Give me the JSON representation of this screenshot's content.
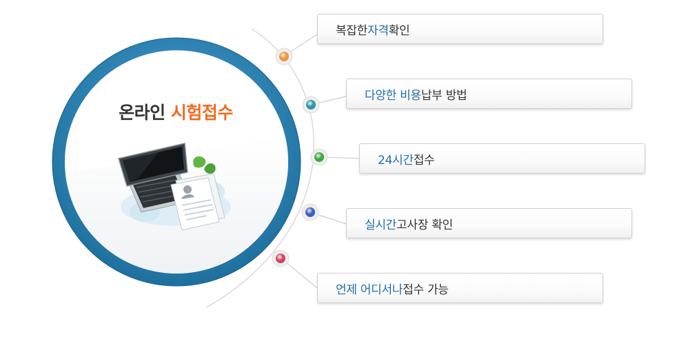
{
  "hero": {
    "title_plain": "온라인",
    "title_accent": "시험접수",
    "illustration_icon": "laptop-document-icon"
  },
  "features": [
    {
      "highlight": "자격",
      "text_before": "복잡한 ",
      "text_after": " 확인",
      "bullet_color": "#f0963c"
    },
    {
      "highlight": "다양한 비용",
      "text_before": "",
      "text_after": " 납부 방법",
      "bullet_color": "#2e9aa6"
    },
    {
      "highlight": "24시간",
      "text_before": "",
      "text_after": " 접수",
      "bullet_color": "#3ea83e"
    },
    {
      "highlight": "실시간",
      "text_before": "",
      "text_after": " 고사장 확인",
      "bullet_color": "#3d5fc4"
    },
    {
      "highlight": "언제 어디서나",
      "text_before": "",
      "text_after": " 접수 가능",
      "bullet_color": "#d0455e"
    }
  ],
  "colors": {
    "ring": "#2f86b5",
    "accent": "#f26b22",
    "highlight": "#1f6fa8"
  }
}
